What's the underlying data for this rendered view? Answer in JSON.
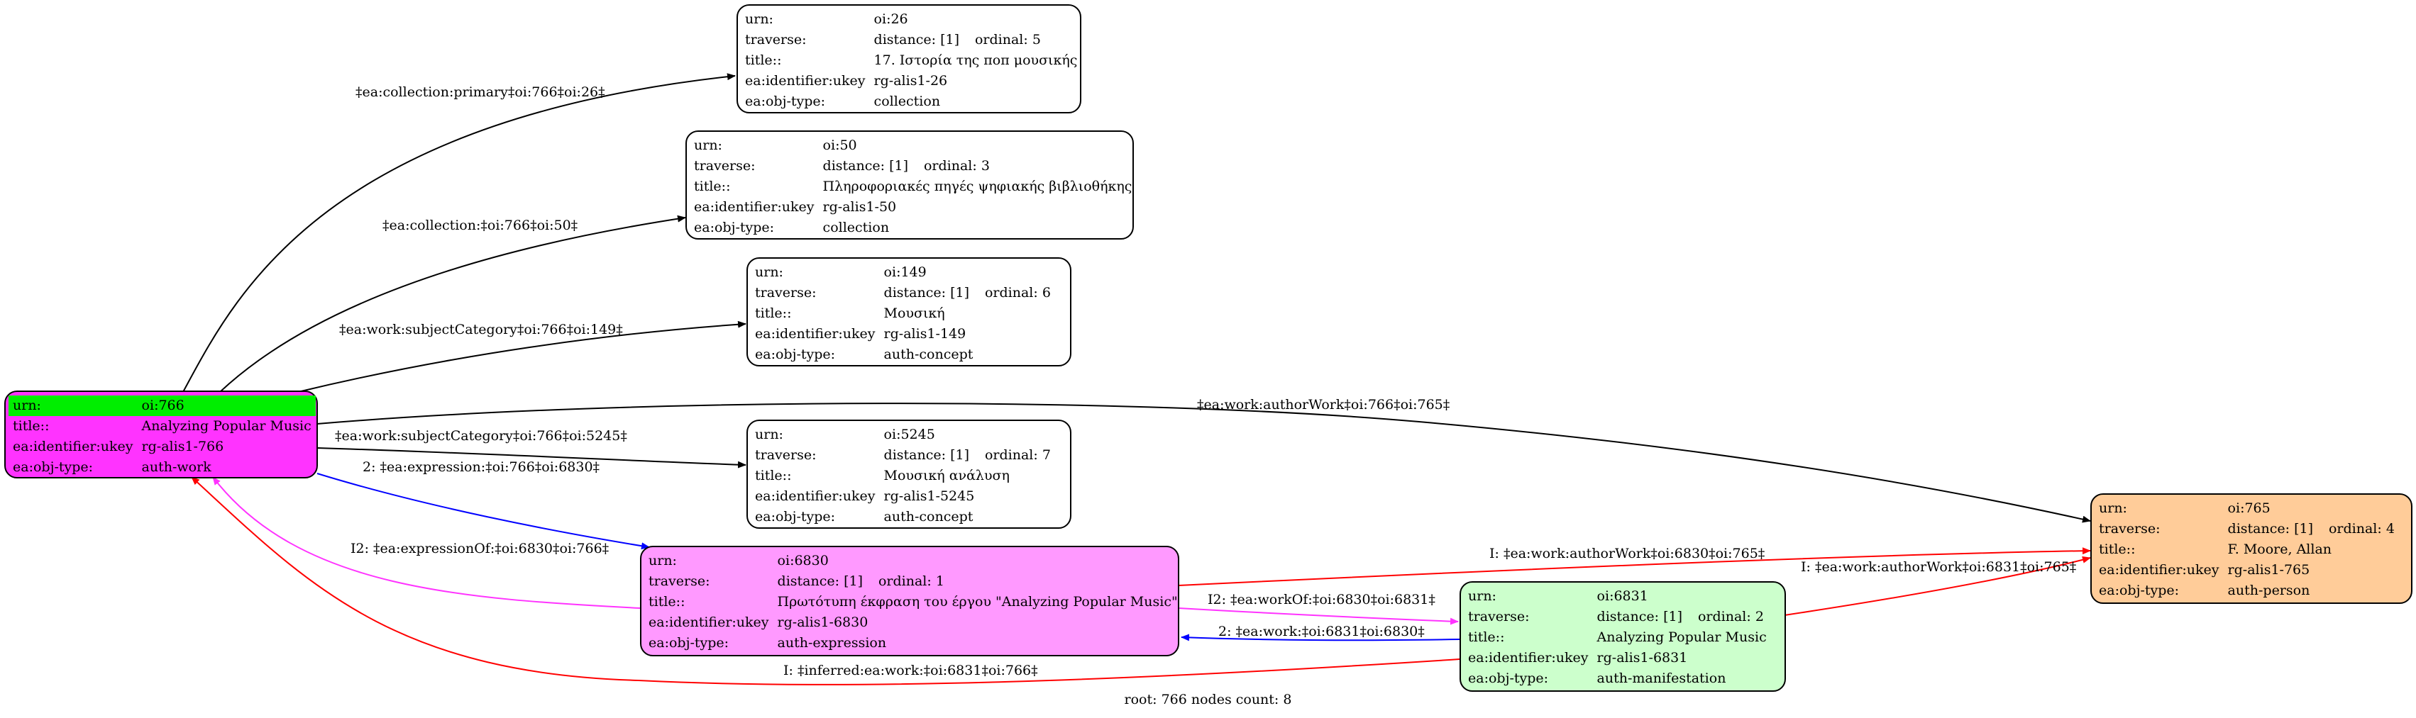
{
  "colors": {
    "root_fill": "#ff33ff",
    "root_urn_highlight": "#00ee00",
    "expression_fill": "#ff99ff",
    "manifestation_fill": "#ccffcc",
    "person_fill": "#ffcc99",
    "plain_fill": "#ffffff",
    "edge_black": "#000000",
    "edge_blue": "#0000ff",
    "edge_magenta": "#ff33ff",
    "edge_red": "#ff0000"
  },
  "nodes": {
    "n26": {
      "rows": [
        {
          "key": "urn:",
          "value": "oi:26"
        },
        {
          "key": "traverse:",
          "value": "distance: [1]",
          "extra": "ordinal: 5"
        },
        {
          "key": "title::",
          "value": "17. Ιστορία της ποπ μουσικής"
        },
        {
          "key": "ea:identifier:ukey",
          "value": "rg-alis1-26"
        },
        {
          "key": "ea:obj-type:",
          "value": "collection"
        }
      ]
    },
    "n50": {
      "rows": [
        {
          "key": "urn:",
          "value": "oi:50"
        },
        {
          "key": "traverse:",
          "value": "distance: [1]",
          "extra": "ordinal: 3"
        },
        {
          "key": "title::",
          "value": "Πληροφοριακές πηγές ψηφιακής βιβλιοθήκης"
        },
        {
          "key": "ea:identifier:ukey",
          "value": "rg-alis1-50"
        },
        {
          "key": "ea:obj-type:",
          "value": "collection"
        }
      ]
    },
    "n149": {
      "rows": [
        {
          "key": "urn:",
          "value": "oi:149"
        },
        {
          "key": "traverse:",
          "value": "distance: [1]",
          "extra": "ordinal: 6"
        },
        {
          "key": "title::",
          "value": "Μουσική"
        },
        {
          "key": "ea:identifier:ukey",
          "value": "rg-alis1-149"
        },
        {
          "key": "ea:obj-type:",
          "value": "auth-concept"
        }
      ]
    },
    "n766": {
      "rows": [
        {
          "key": "urn:",
          "value": "oi:766"
        },
        {
          "key": "title::",
          "value": "Analyzing Popular Music"
        },
        {
          "key": "ea:identifier:ukey",
          "value": "rg-alis1-766"
        },
        {
          "key": "ea:obj-type:",
          "value": "auth-work"
        }
      ]
    },
    "n5245": {
      "rows": [
        {
          "key": "urn:",
          "value": "oi:5245"
        },
        {
          "key": "traverse:",
          "value": "distance: [1]",
          "extra": "ordinal: 7"
        },
        {
          "key": "title::",
          "value": "Μουσική ανάλυση"
        },
        {
          "key": "ea:identifier:ukey",
          "value": "rg-alis1-5245"
        },
        {
          "key": "ea:obj-type:",
          "value": "auth-concept"
        }
      ]
    },
    "n6830": {
      "rows": [
        {
          "key": "urn:",
          "value": "oi:6830"
        },
        {
          "key": "traverse:",
          "value": "distance: [1]",
          "extra": "ordinal: 1"
        },
        {
          "key": "title::",
          "value": "Πρωτότυπη έκφραση του έργου \"Analyzing Popular Music\""
        },
        {
          "key": "ea:identifier:ukey",
          "value": "rg-alis1-6830"
        },
        {
          "key": "ea:obj-type:",
          "value": "auth-expression"
        }
      ]
    },
    "n6831": {
      "rows": [
        {
          "key": "urn:",
          "value": "oi:6831"
        },
        {
          "key": "traverse:",
          "value": "distance: [1]",
          "extra": "ordinal: 2"
        },
        {
          "key": "title::",
          "value": "Analyzing Popular Music"
        },
        {
          "key": "ea:identifier:ukey",
          "value": "rg-alis1-6831"
        },
        {
          "key": "ea:obj-type:",
          "value": "auth-manifestation"
        }
      ]
    },
    "n765": {
      "rows": [
        {
          "key": "urn:",
          "value": "oi:765"
        },
        {
          "key": "traverse:",
          "value": "distance: [1]",
          "extra": "ordinal: 4"
        },
        {
          "key": "title::",
          "value": "F. Moore, Allan"
        },
        {
          "key": "ea:identifier:ukey",
          "value": "rg-alis1-765"
        },
        {
          "key": "ea:obj-type:",
          "value": "auth-person"
        }
      ]
    }
  },
  "edges": {
    "e26": "‡ea:collection:primary‡oi:766‡oi:26‡",
    "e50": "‡ea:collection:‡oi:766‡oi:50‡",
    "e149": "‡ea:work:subjectCategory‡oi:766‡oi:149‡",
    "e765": "‡ea:work:authorWork‡oi:766‡oi:765‡",
    "e5245": "‡ea:work:subjectCategory‡oi:766‡oi:5245‡",
    "e6830": "2: ‡ea:expression:‡oi:766‡oi:6830‡",
    "eExpOf": "I2: ‡ea:expressionOf:‡oi:6830‡oi:766‡",
    "eAuth6830": "I: ‡ea:work:authorWork‡oi:6830‡oi:765‡",
    "eWorkOf": "I2: ‡ea:workOf:‡oi:6830‡oi:6831‡",
    "eWork": "2: ‡ea:work:‡oi:6831‡oi:6830‡",
    "eAuth6831": "I: ‡ea:work:authorWork‡oi:6831‡oi:765‡",
    "eInferred": "I: ‡inferred:ea:work:‡oi:6831‡oi:766‡"
  },
  "footer": "root: 766 nodes count: 8"
}
